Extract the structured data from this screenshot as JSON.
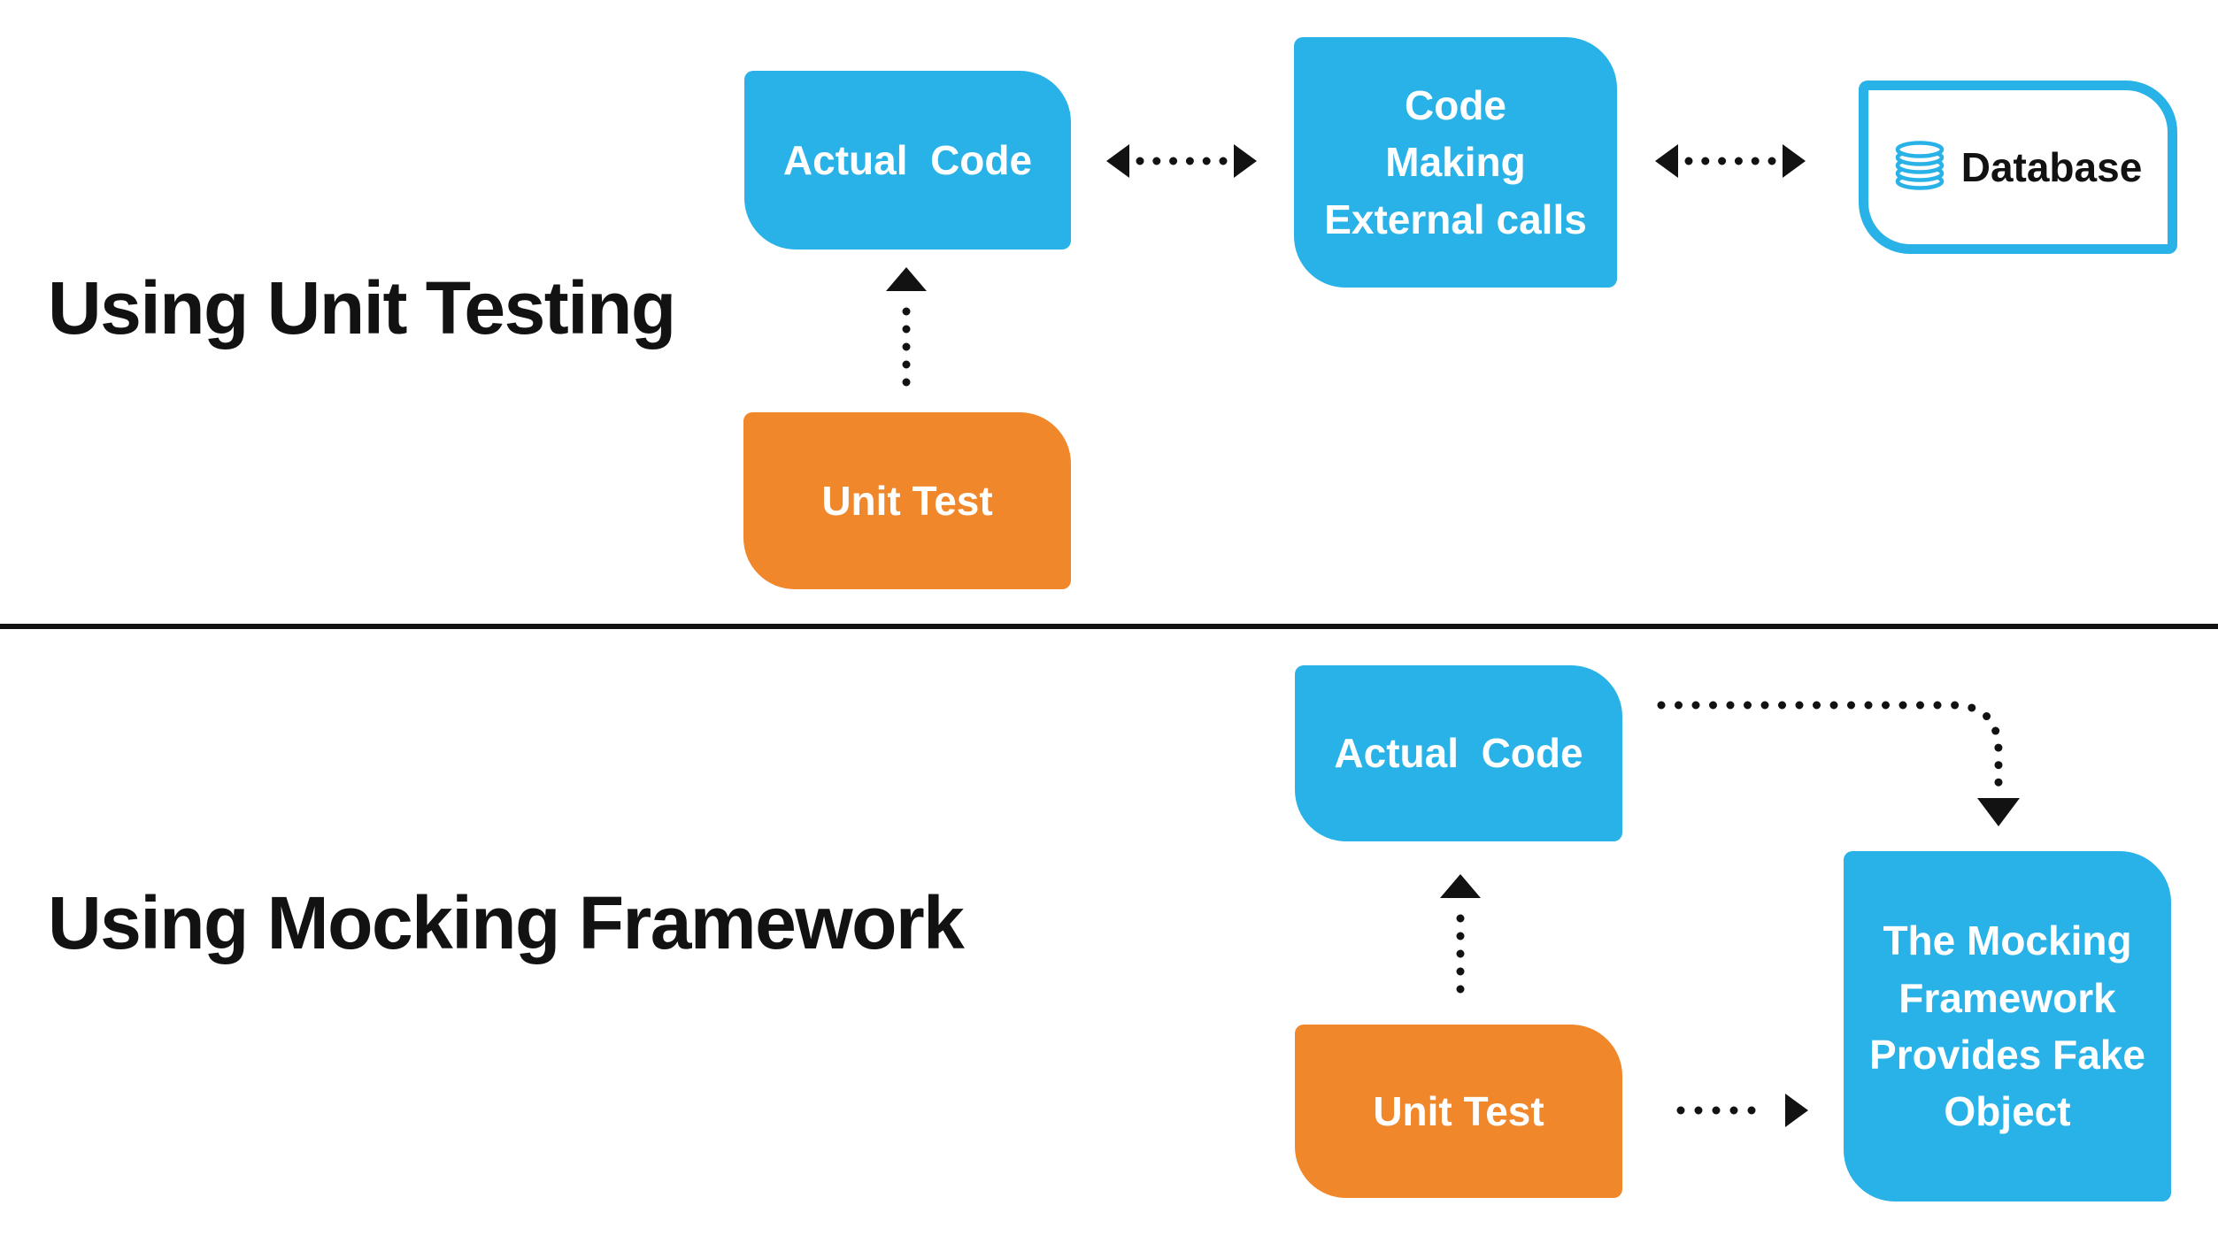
{
  "colors": {
    "blue": "#29B2E7",
    "orange": "#F0872B",
    "ink": "#121212",
    "white": "#ffffff"
  },
  "sections": {
    "unit_testing": {
      "title": "Using Unit Testing",
      "actual_code": "Actual  Code",
      "external_calls": "Code\nMaking\nExternal calls",
      "database": "Database",
      "unit_test": "Unit Test"
    },
    "mocking": {
      "title": "Using Mocking Framework",
      "actual_code": "Actual  Code",
      "unit_test": "Unit Test",
      "mocking_box": "The Mocking\nFramework\nProvides Fake\nObject"
    }
  }
}
